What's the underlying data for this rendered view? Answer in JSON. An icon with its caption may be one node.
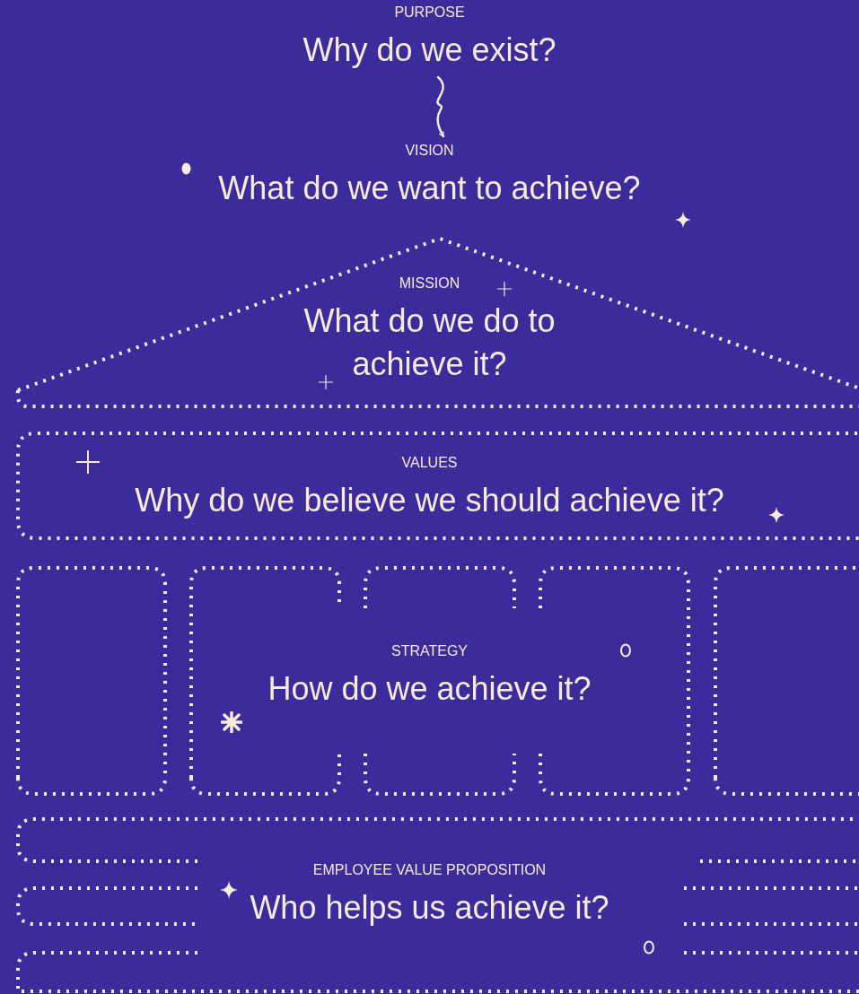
{
  "diagram": {
    "nodes": [
      {
        "text": [
          "PURPOSE",
          "Why do we exist?"
        ]
      },
      {
        "text": [
          "VISION",
          "What do we want to achieve?"
        ]
      },
      {
        "text": [
          "MISSION",
          "What do we do to achieve it?"
        ]
      },
      {
        "text": [
          "VALUES",
          "Why do we believe we should achieve it?"
        ]
      },
      {
        "text": [
          "STRATEGY",
          "How do we achieve it?"
        ]
      },
      {
        "text": [
          "EMPLOYEE VALUE PROPOSITION",
          "Who helps us achieve it?"
        ]
      }
    ],
    "edges": [
      {
        "from": 0,
        "to": 1,
        "arrow": "to"
      }
    ]
  }
}
